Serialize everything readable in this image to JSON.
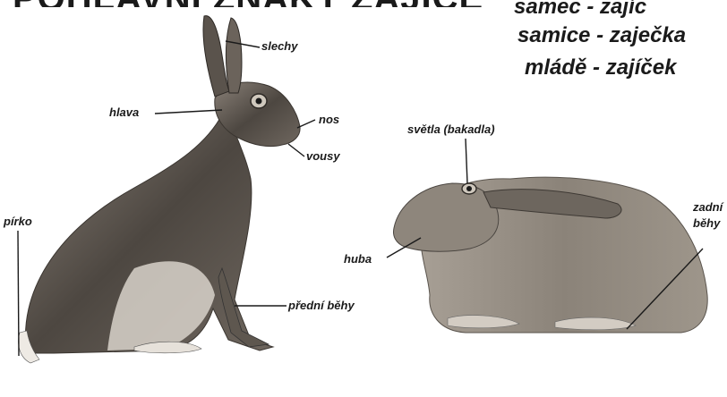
{
  "title": "POHLAVNÍ ZNAKY ZAJÍCE",
  "gender_terms": {
    "male": "samec - zajíc",
    "female": "samice - zaječka",
    "young": "mládě - zajíček"
  },
  "labels": {
    "ears": "slechy",
    "head": "hlava",
    "nose": "nos",
    "whiskers": "vousy",
    "tail": "pírko",
    "front_legs": "přední běhy",
    "eyes": "světla (bakadla)",
    "mouth": "huba",
    "hind_legs_line1": "zadní",
    "hind_legs_line2": "běhy"
  },
  "colors": {
    "ink": "#1a1a1a",
    "fur_dark": "#4a4540",
    "fur_mid": "#7a726a",
    "fur_light": "#b9b2a8"
  }
}
